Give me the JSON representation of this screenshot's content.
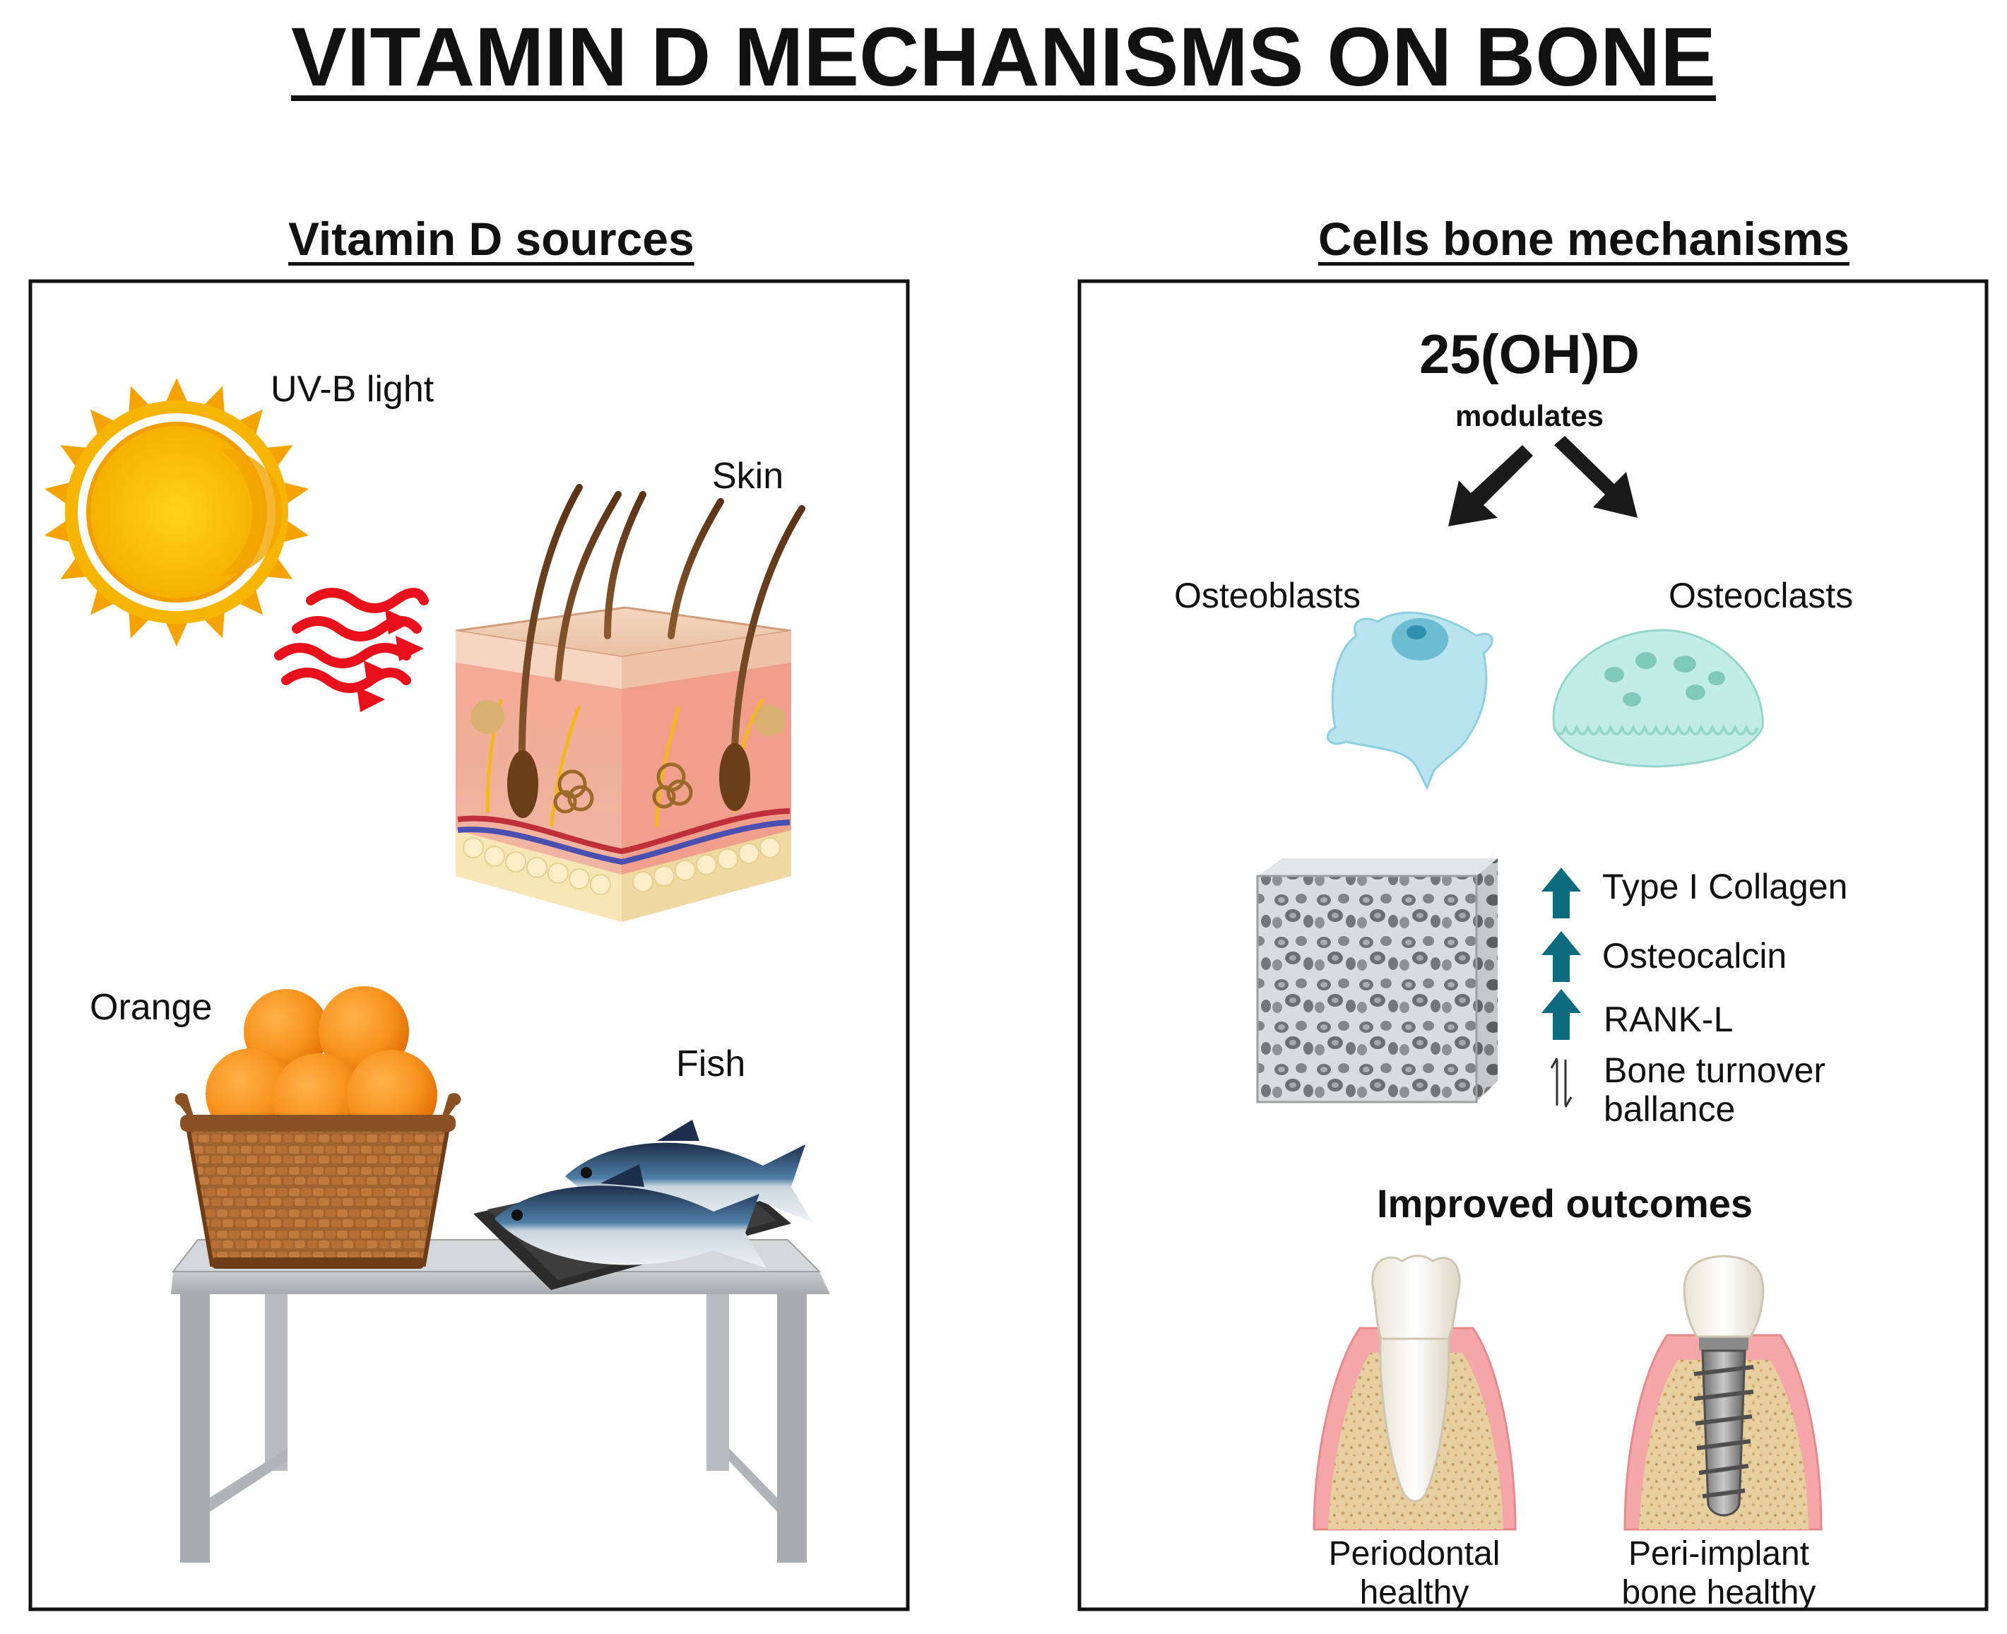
{
  "title": "VITAMIN D MECHANISMS ON BONE",
  "left_panel": {
    "heading": "Vitamin D sources",
    "labels": {
      "uvb": "UV-B light",
      "skin": "Skin",
      "orange": "Orange",
      "fish": "Fish"
    }
  },
  "right_panel": {
    "heading": "Cells bone mechanisms",
    "metabolite": "25(OH)D",
    "verb": "modulates",
    "cells": [
      "Osteoblasts",
      "Osteoclasts"
    ],
    "markers": [
      {
        "direction": "up",
        "label": "Type I Collagen"
      },
      {
        "direction": "up",
        "label": "Osteocalcin"
      },
      {
        "direction": "up",
        "label": "RANK-L"
      },
      {
        "direction": "balance",
        "label": "Bone turnover ballance"
      }
    ],
    "outcomes_heading": "Improved outcomes",
    "outcomes": [
      "Periodontal healthy",
      "Peri-implant bone healthy"
    ]
  },
  "colors": {
    "frame": "#111111",
    "arrow_teal": "#0d6b80",
    "sun": "#f7b500",
    "heat_wave": "#e8101a",
    "osteoblast": "#b9e3ee",
    "osteoclast": "#c2ece6",
    "gum": "#f4a6a8",
    "bone": "#e8cfa0"
  }
}
